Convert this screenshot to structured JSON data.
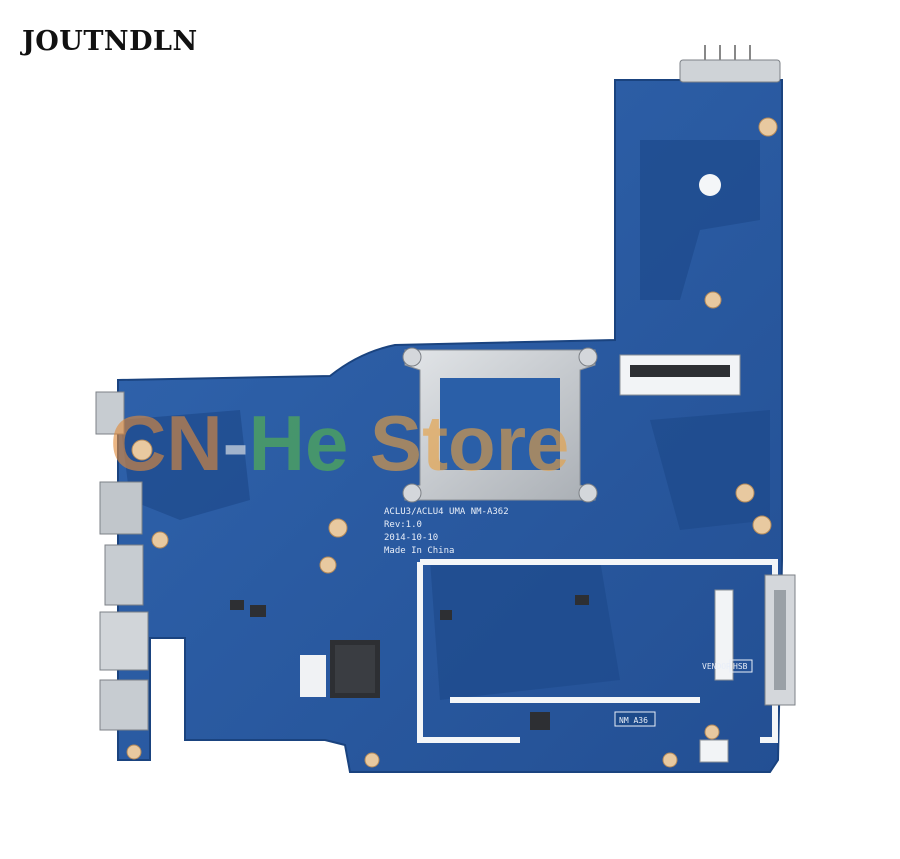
{
  "brand": {
    "name": "JOUTNDLN"
  },
  "watermark": {
    "text": "CN-He Store",
    "colors": {
      "CN": "#e08a3a",
      "dash": "#f0f0f0",
      "He": "#58b84a",
      "Store": "#e8a040"
    }
  },
  "board": {
    "silkscreen": {
      "model": "ACLU3/ACLU4 UMA NM-A362",
      "rev": "Rev:1.0",
      "date": "2014-10-10",
      "origin": "Made In China",
      "vendor": "VENDOR",
      "vendor_code": "HSB",
      "label_nm": "NM A36"
    },
    "colors": {
      "pcb": "#2a5fa8",
      "pcb_dark": "#1d4a8a",
      "pad": "#e8c9a0",
      "metal": "#c9cdd2"
    }
  }
}
